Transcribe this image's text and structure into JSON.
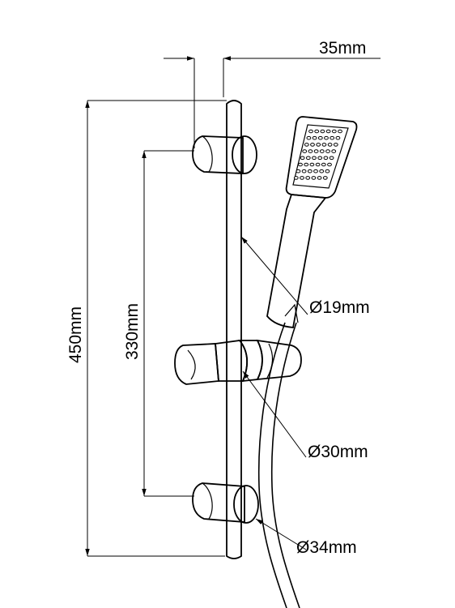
{
  "dimensions": {
    "rail_width": "35mm",
    "total_length": "450mm",
    "bracket_spacing": "330mm",
    "rail_diameter": "Ø19mm",
    "slider_diameter": "Ø30mm",
    "bracket_diameter": "Ø34mm"
  }
}
